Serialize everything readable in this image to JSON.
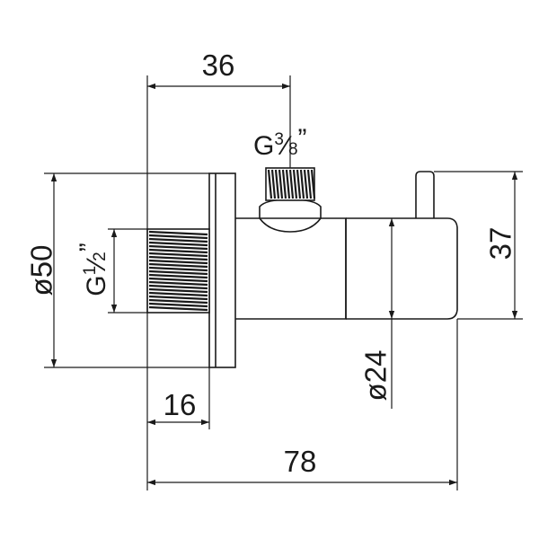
{
  "dimensions": {
    "top_width": "36",
    "body_diameter": "ø50",
    "height_right": "37",
    "body_height_small": "ø24",
    "flange_width": "16",
    "overall_length": "78"
  },
  "threads": {
    "outlet": {
      "prefix": "G",
      "numerator": "3",
      "slash": "⁄",
      "denominator": "8",
      "unit": "”"
    },
    "inlet": {
      "prefix": "G",
      "numerator": "1",
      "slash": "⁄",
      "denominator": "2",
      "unit": "”"
    }
  },
  "colors": {
    "line": "#1a1a1a",
    "background": "#ffffff"
  }
}
